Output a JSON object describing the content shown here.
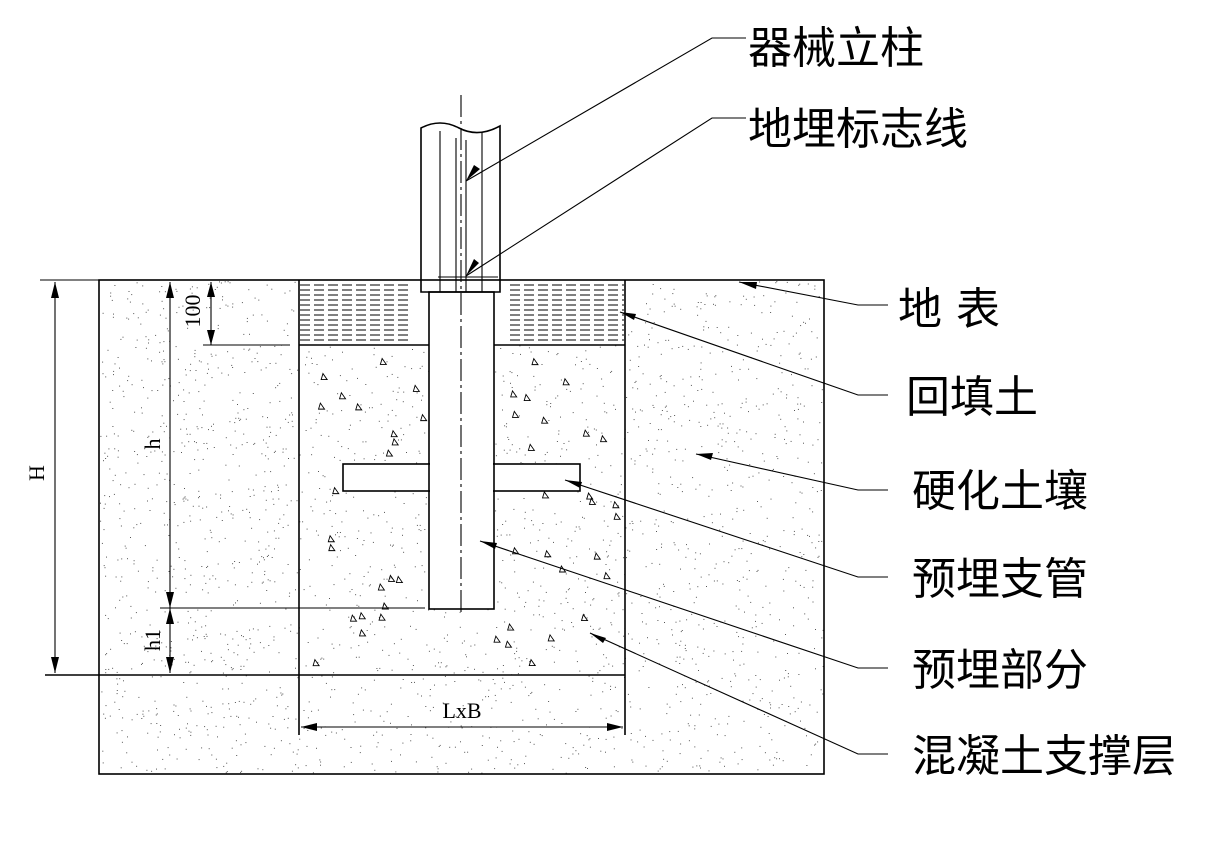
{
  "labels": {
    "column": "器械立柱",
    "marker_line": "地埋标志线",
    "ground_surface": "地 表",
    "backfill": "回填土",
    "hardened_soil": "硬化土壤",
    "embedded_branch_pipe": "预埋支管",
    "embedded_part": "预埋部分",
    "concrete_support_layer": "混凝土支撑层"
  },
  "dimensions": {
    "top_depth": "100",
    "h": "h",
    "h1": "h1",
    "H": "H",
    "base_size": "LxB"
  },
  "colors": {
    "line": "#000000",
    "background": "#ffffff"
  }
}
